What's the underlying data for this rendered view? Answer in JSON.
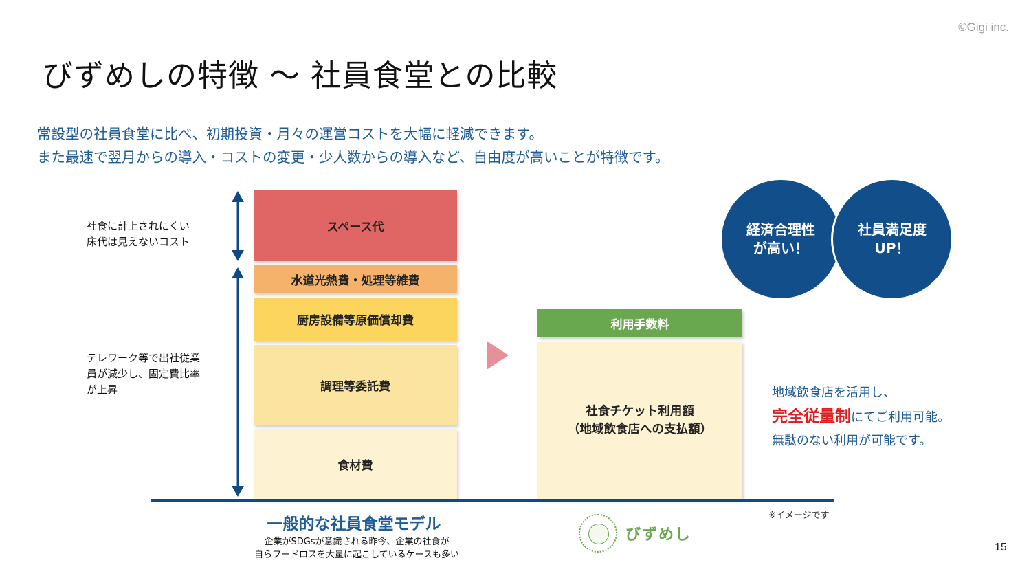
{
  "header": {
    "copyright": "©Gigi inc.",
    "title": "びずめしの特徴 ～ 社員食堂との比較",
    "subtitle_line1": "常設型の社員食堂に比べ、初期投資・月々の運営コストを大幅に軽減できます。",
    "subtitle_line2": "また最速で翌月からの導入・コストの変更・少人数からの導入など、自由度が高いことが特徴です。"
  },
  "left_notes": {
    "hidden_cost_line1": "社食に計上されにくい",
    "hidden_cost_line2": "床代は見えないコスト",
    "telework_line1": "テレワーク等で出社従業",
    "telework_line2": "員が減少し、固定費比率",
    "telework_line3": "が上昇"
  },
  "general_model": {
    "blocks": [
      "スペース代",
      "水道光熱費・処理等雑費",
      "厨房設備等原価償却費",
      "調理等委託費",
      "食材費"
    ],
    "colors": [
      "#e06666",
      "#f4b26b",
      "#fcd55f",
      "#fbe3a0",
      "#fdf2d1"
    ],
    "label": "一般的な社員食堂モデル",
    "sub_line1": "企業がSDGsが意識される昨今、企業の社食が",
    "sub_line2": "自らフードロスを大量に起こしているケースも多い"
  },
  "bizmeshi_model": {
    "fee_label": "利用手数料",
    "ticket_line1": "社食チケット利用額",
    "ticket_line2": "（地域飲食店への支払額）",
    "brand": "びずめし"
  },
  "benefits": {
    "circle1_line1": "経済合理性",
    "circle1_line2": "が高い！",
    "circle2_line1": "社員満足度",
    "circle2_line2": "UP！"
  },
  "right_text": {
    "line1": "地域飲食店を活用し、",
    "emphasis": "完全従量制",
    "line2_rest": "にてご利用可能。",
    "line3": "無駄のない利用が可能です。"
  },
  "footer": {
    "image_note": "※イメージです",
    "page_number": "15"
  },
  "colors": {
    "accent_blue": "#1f5c96",
    "navy": "#114e8a",
    "green": "#6aa84f",
    "emphasis_red": "#e02020",
    "transition_arrow": "#e8909a"
  }
}
